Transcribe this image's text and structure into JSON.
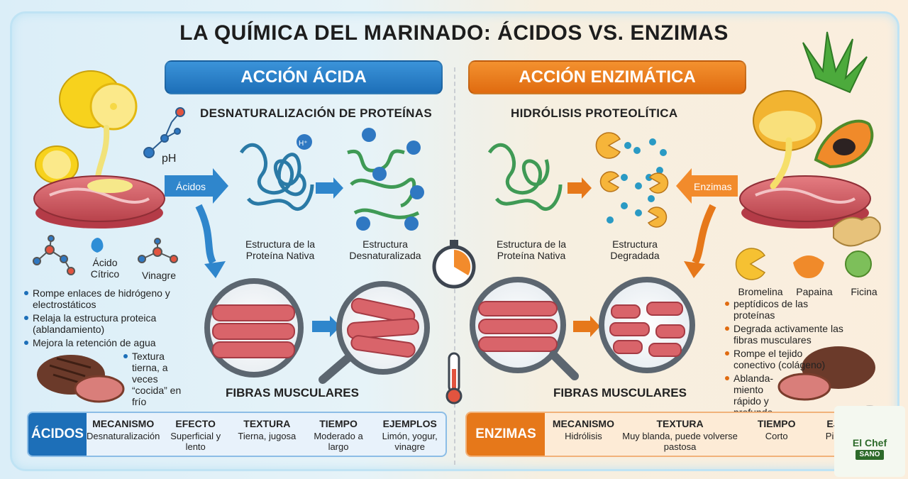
{
  "title": "LA QUÍMICA DEL MARINADO: ÁCIDOS VS. ENZIMAS",
  "acid": {
    "banner": "ACCIÓN ÁCIDA",
    "subtitle": "DESNATURALIZACIÓN DE PROTEÍNAS",
    "arrow_label": "Ácidos",
    "ph_label": "pH",
    "ion_label": "H⁺",
    "native_label": "Estructura de la Proteína Nativa",
    "denatured_label": "Estructura Desnaturalizada",
    "fibers_label": "FIBRAS MUSCULARES",
    "agents": [
      "Ácido Cítrico",
      "Vinagre"
    ],
    "bullets": [
      "Rompe enlaces de hidrógeno y electrostáticos",
      "Relaja la estructura proteica (ablandamiento)",
      "Mejora la retención de agua"
    ],
    "texture_note": "Textura tierna, a veces “cocida” en frío",
    "table": {
      "label": "ÁCIDOS",
      "columns": [
        {
          "header": "MECANISMO",
          "value": "Desnaturalización"
        },
        {
          "header": "EFECTO",
          "value": "Superficial y lento"
        },
        {
          "header": "TEXTURA",
          "value": "Tierna, jugosa"
        },
        {
          "header": "TIEMPO",
          "value": "Moderado a largo"
        },
        {
          "header": "EJEMPLOS",
          "value": "Limón, yogur, vinagre"
        }
      ]
    }
  },
  "enzyme": {
    "banner": "ACCIÓN ENZIMÁTICA",
    "subtitle": "HIDRÓLISIS PROTEOLÍTICA",
    "arrow_label": "Enzimas",
    "native_label": "Estructura de la Proteína Nativa",
    "degraded_label": "Estructura Degradada",
    "fibers_label": "FIBRAS MUSCULARES",
    "agents": [
      "Bromelina",
      "Papaina",
      "Ficina"
    ],
    "bullets": [
      "peptídicos de las proteínas",
      "Degrada activamente las fibras musculares",
      "Rompe el tejido conectivo (colágeno)",
      "Ablanda-miento rápido y profundo"
    ],
    "table": {
      "label": "ENZIMAS",
      "columns": [
        {
          "header": "MECANISMO",
          "value": "Hidrólisis"
        },
        {
          "header": "TEXTURA",
          "value": "Muy blanda, puede volverse pastosa"
        },
        {
          "header": "TIEMPO",
          "value": "Corto"
        },
        {
          "header": "EJEMPLOS",
          "value": "Piña, papaya, jengibre"
        }
      ]
    }
  },
  "logo": {
    "line1": "El Chef",
    "line2": "SANO"
  },
  "colors": {
    "acid": "#1d6fb8",
    "enzyme": "#e06b10",
    "meat": "#d9646a"
  }
}
